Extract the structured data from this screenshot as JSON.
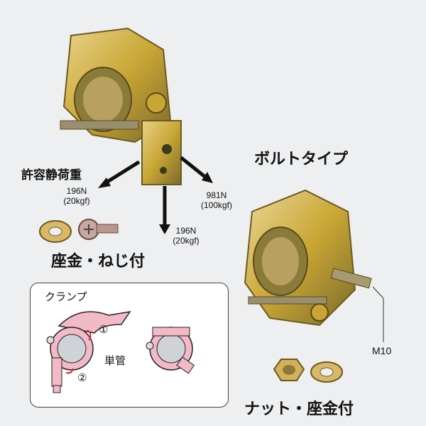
{
  "labels": {
    "allowable_load": "許容静荷重",
    "load_left_n": "196N",
    "load_left_kgf": "(20kgf)",
    "load_right_n": "981N",
    "load_right_kgf": "(100kgf)",
    "load_down_n": "196N",
    "load_down_kgf": "(20kgf)",
    "washer_screw": "座金・ねじ付",
    "bolt_type": "ボルトタイプ",
    "m10": "M10",
    "nut_washer": "ナット・座金付"
  },
  "inset": {
    "clamp": "クランプ",
    "single_pipe": "単管",
    "step1": "①",
    "step2": "②"
  },
  "colors": {
    "metal_gold": "#c9a634",
    "metal_dark": "#6b5a20",
    "clamp_pink": "#f2b9c7",
    "arrow_red": "#d9263a"
  }
}
